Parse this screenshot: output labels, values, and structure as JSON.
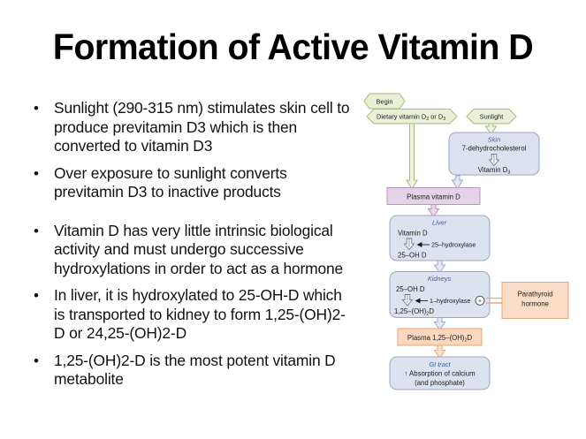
{
  "slide": {
    "title": "Formation of Active Vitamin D",
    "background_color": "#ffffff"
  },
  "bullets": [
    {
      "marker": "•",
      "text": "Sunlight (290-315 nm) stimulates skin cell to produce previtamin D3 which is then converted to vitamin D3"
    },
    {
      "marker": "•",
      "text": "Over exposure to sunlight converts previtamin D3 to inactive products"
    },
    {
      "marker": "•",
      "text": "Vitamin D has very little intrinsic biological activity and must undergo successive hydroxylations in order to act as a hormone"
    },
    {
      "marker": "•",
      "text": "In liver, it is hydroxylated to 25-OH-D which is transported to kidney to form 1,25-(OH)2-D or 24,25-(OH)2-D"
    },
    {
      "marker": "•",
      "text": "1,25-(OH)2-D is the most potent vitamin D metabolite"
    }
  ],
  "flowchart": {
    "begin_label": "Begin",
    "dietary": {
      "prefix": "Dietary vitamin D",
      "sub1": "2",
      "mid": " or D",
      "sub2": "3"
    },
    "sunlight_label": "Sunlight",
    "skin": {
      "organ": "Skin",
      "substrate": "7-dehydrocholesterol",
      "product_prefix": "Vitamin D",
      "product_sub": "3"
    },
    "plasma_vitamin_d": "Plasma vitamin D",
    "liver": {
      "organ": "Liver",
      "substrate": "Vitamin D",
      "enzyme": "25–hydroxylase",
      "product": "25–OH D"
    },
    "kidneys": {
      "organ": "Kidneys",
      "substrate": "25–OH D",
      "enzyme": "1–hydroxylase",
      "plus_symbol": "+",
      "product_prefix": "1,25–(OH)",
      "product_sub": "2",
      "product_suffix": "D"
    },
    "parathyroid": {
      "line1": "Parathyroid",
      "line2": "hormone"
    },
    "plasma_active": {
      "prefix": "Plasma 1,25–(OH)",
      "sub": "2",
      "suffix": "D"
    },
    "gi_tract": {
      "organ": "GI tract",
      "line1": "↑ Absorption of calcium",
      "line2": "(and phosphate)"
    },
    "colors": {
      "hexagon_fill": "#e9f0d7",
      "hexagon_stroke": "#a8bb79",
      "organ_box_fill": "#dde2f0",
      "organ_box_stroke": "#9aa7c4",
      "plasma_d_fill": "#e4d3e6",
      "plasma_d_stroke": "#b893bd",
      "peach_fill": "#fbd8bd",
      "peach_stroke": "#e4a778",
      "organ_label_color": "#3d5a9e"
    }
  }
}
